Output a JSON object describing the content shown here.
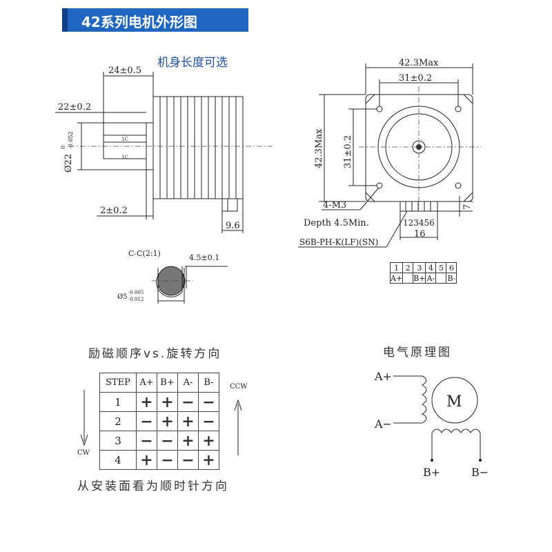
{
  "header": {
    "title": "42系列电机外形图"
  },
  "side_view": {
    "note": "机身长度可选",
    "dim_shaft_total": "24±0.5",
    "dim_shaft_flat": "22±0.2",
    "dim_shaft_dia": "Ø22",
    "dim_shaft_dia_tol_upper": "0",
    "dim_shaft_dia_tol_lower": "-0.052",
    "dim_boss": "2±0.2",
    "dim_connector": "9.6",
    "shaft_mark": "1C"
  },
  "front_view": {
    "dim_width": "42.3Max",
    "dim_hole_pitch_h": "31±0.2",
    "dim_height": "42.3Max",
    "dim_hole_pitch_v": "31±0.2",
    "dim_connector_height": "7",
    "hole_label": "4-M3",
    "hole_depth": "Depth 4.5Min.",
    "pin_numbers": "123456",
    "dim_connector_width": "16",
    "connector_model": "S6B-PH-K(LF)(SN)"
  },
  "section_view": {
    "label": "C-C(2:1)",
    "dim_flat": "4.5±0.1",
    "dim_dia": "Ø5",
    "dim_dia_tol_upper": "-0.005",
    "dim_dia_tol_lower": "-0.012"
  },
  "pin_table": {
    "numbers": [
      "1",
      "2",
      "3",
      "4",
      "5",
      "6"
    ],
    "signals": [
      "A+",
      "",
      "B+",
      "A-",
      "",
      "B-"
    ]
  },
  "sequence": {
    "title": "励磁顺序vs.旋转方向",
    "headers": [
      "STEP",
      "A+",
      "B+",
      "A-",
      "B-"
    ],
    "rows": [
      [
        "1",
        "+",
        "+",
        "−",
        "−"
      ],
      [
        "2",
        "−",
        "+",
        "+",
        "−"
      ],
      [
        "3",
        "−",
        "−",
        "+",
        "+"
      ],
      [
        "4",
        "+",
        "−",
        "−",
        "+"
      ]
    ],
    "cw": "CW",
    "ccw": "CCW",
    "footer": "从安装面看为顺时针方向"
  },
  "schematic": {
    "title": "电气原理图",
    "a_plus": "A+",
    "a_minus": "A−",
    "b_plus": "B+",
    "b_minus": "B−",
    "motor": "M"
  }
}
